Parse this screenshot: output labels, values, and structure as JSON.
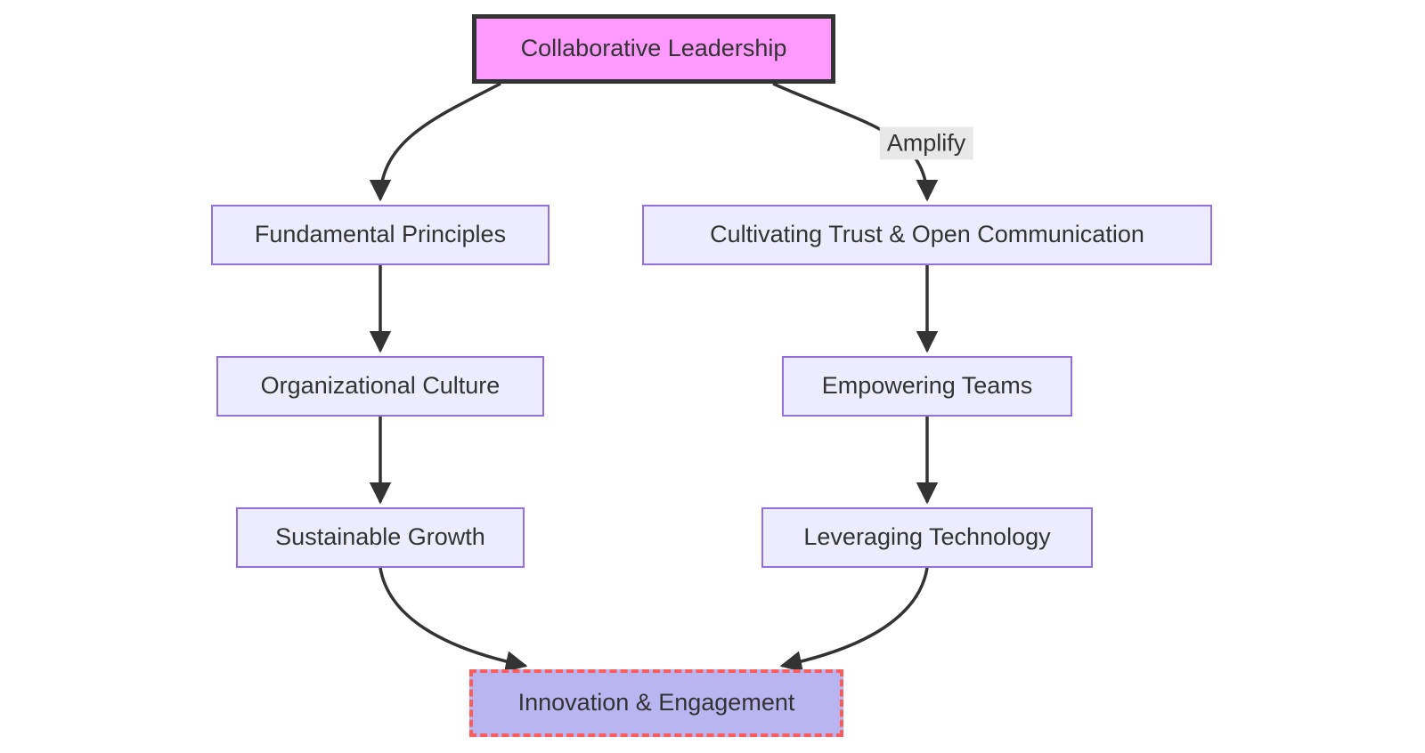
{
  "diagram": {
    "type": "flowchart",
    "nodes": {
      "root": {
        "label": "Collaborative Leadership"
      },
      "left1": {
        "label": "Fundamental Principles"
      },
      "left2": {
        "label": "Organizational Culture"
      },
      "left3": {
        "label": "Sustainable Growth"
      },
      "right1": {
        "label": "Cultivating Trust & Open Communication"
      },
      "right2": {
        "label": "Empowering Teams"
      },
      "right3": {
        "label": "Leveraging Technology"
      },
      "sink": {
        "label": "Innovation & Engagement"
      }
    },
    "edge_labels": {
      "amplify": "Amplify"
    },
    "edges": [
      {
        "from": "Collaborative Leadership",
        "to": "Fundamental Principles",
        "label": ""
      },
      {
        "from": "Collaborative Leadership",
        "to": "Cultivating Trust & Open Communication",
        "label": "Amplify"
      },
      {
        "from": "Fundamental Principles",
        "to": "Organizational Culture",
        "label": ""
      },
      {
        "from": "Organizational Culture",
        "to": "Sustainable Growth",
        "label": ""
      },
      {
        "from": "Cultivating Trust & Open Communication",
        "to": "Empowering Teams",
        "label": ""
      },
      {
        "from": "Empowering Teams",
        "to": "Leveraging Technology",
        "label": ""
      },
      {
        "from": "Sustainable Growth",
        "to": "Innovation & Engagement",
        "label": ""
      },
      {
        "from": "Leveraging Technology",
        "to": "Innovation & Engagement",
        "label": ""
      }
    ],
    "colors": {
      "node_fill": "#ECECFF",
      "node_border": "#9370DB",
      "root_fill": "#ff99ff",
      "root_border": "#333333",
      "sink_fill": "#b8b5f0",
      "sink_border": "#ff5c5c",
      "edge": "#333333",
      "text": "#333333",
      "edge_label_bg": "#e8e8e8",
      "canvas_bg": "#ffffff"
    }
  }
}
